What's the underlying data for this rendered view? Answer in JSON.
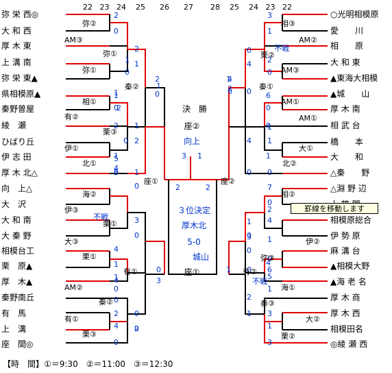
{
  "dates_left": [
    "22",
    "23",
    "24",
    "25",
    "26",
    "27"
  ],
  "dates_right": [
    "28",
    "25",
    "24",
    "23",
    "22"
  ],
  "left_teams": [
    "弥 栄 西◎",
    "大 和 西",
    "厚 木 東",
    "上 溝 南",
    "弥 栄 東▲",
    "県相模原▲",
    "秦野曽屋",
    "綾　瀬",
    "ひばり丘",
    "伊 志 田",
    "厚 木 北△",
    "向　上△",
    "大　沢",
    "大 和 南",
    "大 秦 野",
    "相模台工",
    "栗　原▲",
    "厚　木▲",
    "秦野南丘",
    "有　馬",
    "上　溝",
    "座　間◎"
  ],
  "right_teams": [
    "○光明相模原",
    "愛　　川",
    "相　　原",
    "大 和 東",
    "▲東海大相模",
    "▲城　　山",
    "厚 木 南",
    "相 武 台",
    "橋　　本",
    "大　　和",
    "△秦　　野",
    "△淵 野 辺",
    "上 鶴 間",
    "相模原総合",
    "伊 勢 原",
    "麻 溝 台",
    "▲相模大野",
    "▲海 老 名",
    "厚 木 商",
    "厚 木 西",
    "相模田名",
    "◎綾 瀬 西"
  ],
  "left_scores": [
    {
      "v": "2"
    },
    {
      "v": "0"
    },
    {
      "v": "2"
    },
    {
      "v": "1"
    },
    {
      "v": "1"
    },
    {
      "v": "0"
    },
    {
      "v": "2"
    },
    {
      "v": "0"
    },
    {
      "v": "1"
    },
    {
      "v": "0"
    },
    {
      "v": "2"
    },
    {
      "v": "1"
    },
    {
      "v": "2"
    },
    {
      "v": "1"
    },
    {
      "v": "2"
    },
    {
      "v": "0"
    },
    {
      "v": "1"
    },
    {
      "v": "4"
    },
    {
      "v": "5"
    },
    {
      "v": "0"
    },
    {
      "v": "5"
    },
    {
      "v": "5"
    },
    {
      "v": "1"
    },
    {
      "v": "0"
    },
    {
      "v": "3"
    },
    {
      "v": "0"
    },
    {
      "v": "4"
    },
    {
      "v": "1"
    },
    {
      "v": "1"
    },
    {
      "v": "0"
    },
    {
      "v": "4"
    },
    {
      "v": "0"
    },
    {
      "v": "2"
    },
    {
      "v": "4"
    },
    {
      "v": "0"
    },
    {
      "v": "0"
    },
    {
      "v": "2"
    },
    {
      "v": "0"
    },
    {
      "v": "0"
    },
    {
      "v": "3"
    },
    {
      "v": "1"
    }
  ],
  "right_scores": [
    {
      "v": "3"
    },
    {
      "v": "1"
    },
    {
      "v": "0"
    },
    {
      "v": "4"
    },
    {
      "v": "2"
    },
    {
      "v": "0"
    },
    {
      "v": "4"
    },
    {
      "v": "0"
    },
    {
      "v": "0"
    },
    {
      "v": "6"
    },
    {
      "v": "0"
    },
    {
      "v": "0"
    },
    {
      "v": "4"
    },
    {
      "v": "1"
    },
    {
      "v": "1"
    },
    {
      "v": "1"
    },
    {
      "v": "0"
    },
    {
      "v": "0"
    },
    {
      "v": "1"
    },
    {
      "v": "0"
    },
    {
      "v": "4"
    },
    {
      "v": "7"
    },
    {
      "v": "0"
    },
    {
      "v": "2"
    },
    {
      "v": "4"
    },
    {
      "v": "1"
    },
    {
      "v": "3"
    },
    {
      "v": "0"
    },
    {
      "v": "0"
    },
    {
      "v": "6"
    },
    {
      "v": "5"
    },
    {
      "v": "1"
    },
    {
      "v": "0"
    },
    {
      "v": "2"
    },
    {
      "v": "1"
    },
    {
      "v": "3"
    },
    {
      "v": "1"
    },
    {
      "v": "3"
    },
    {
      "v": "1"
    },
    {
      "v": "1"
    },
    {
      "v": "2"
    }
  ],
  "left_labels": [
    "弥②",
    "AM③",
    "弥①",
    "弥①",
    "秦②",
    "相①",
    "有②",
    "栗③",
    "伊①",
    "北①",
    "座①",
    "海②",
    "伊③",
    "不戦",
    "栗①",
    "大③",
    "栗①",
    "有①",
    "AM②",
    "秦②",
    "有①",
    "栗③"
  ],
  "right_labels": [
    "相③",
    "AM②",
    "栗②",
    "不戦",
    "AM③",
    "秦①",
    "AM①",
    "AM①",
    "大①",
    "北②",
    "座②",
    "相②",
    "弥②",
    "伊②",
    "弥③",
    "有②",
    "不戦",
    "海①",
    "秦③",
    "大②",
    "栗②"
  ],
  "center": {
    "final_title": "決　勝",
    "final_slot": "座②",
    "winner": "向上",
    "score_left": "3",
    "score_right": "1",
    "left_in": "2",
    "right_in": "2",
    "third_title": "３位決定",
    "third_match": "厚木北",
    "third_score": "5-0",
    "third_opp": "城山",
    "third_slot": "座①"
  },
  "tooltip": "罫線を移動します",
  "footer": "【時　間】①＝9:30　②＝11:00　③＝12:30",
  "colors": {
    "win": "#e00000",
    "line": "#000000",
    "score": "#0033cc"
  }
}
